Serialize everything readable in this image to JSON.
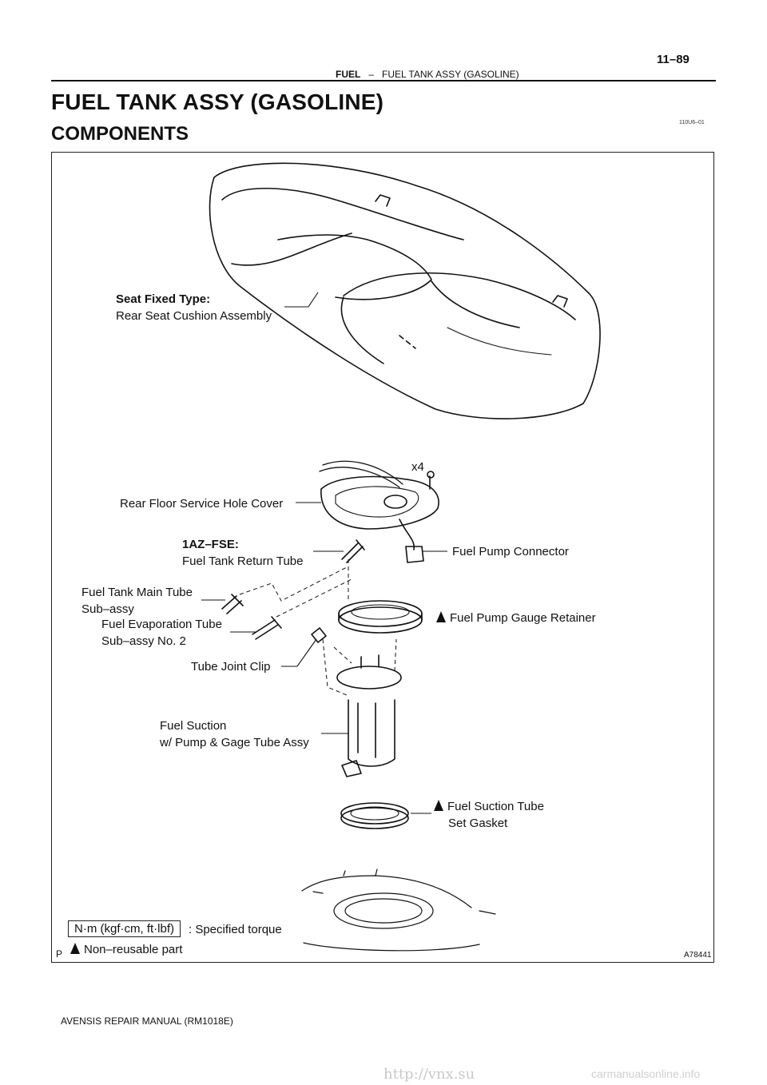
{
  "header": {
    "section": "FUEL",
    "separator": "–",
    "subsection": "FUEL TANK ASSY (GASOLINE)",
    "page_number": "11–89"
  },
  "title": "FUEL TANK ASSY (GASOLINE)",
  "subtitle": "COMPONENTS",
  "document_code": "110U6–01",
  "labels": {
    "seat_type": "Seat Fixed Type:",
    "seat_cushion": "Rear Seat Cushion Assembly",
    "qty": "x4",
    "service_hole_cover": "Rear Floor Service Hole Cover",
    "engine_variant": "1AZ–FSE:",
    "return_tube": "Fuel Tank Return Tube",
    "pump_connector": "Fuel Pump Connector",
    "main_tube_line1": "Fuel Tank Main Tube",
    "main_tube_line2": "Sub–assy",
    "evap_tube_line1": "Fuel Evaporation Tube",
    "evap_tube_line2": "Sub–assy No. 2",
    "gauge_retainer": "Fuel Pump Gauge Retainer",
    "joint_clip": "Tube Joint Clip",
    "suction_line1": "Fuel Suction",
    "suction_line2": "w/ Pump & Gage Tube Assy",
    "gasket_line1": "Fuel Suction Tube",
    "gasket_line2": "Set Gasket"
  },
  "legend": {
    "torque_unit": "N·m (kgf·cm, ft·lbf)",
    "torque_desc": ": Specified torque",
    "non_reusable": "Non–reusable part"
  },
  "figure_id": "A78441",
  "corner_mark": "P",
  "footer": "AVENSIS REPAIR MANUAL   (RM1018E)",
  "watermark": "http://vnx.su",
  "watermark2": "carmanualsonline.info"
}
